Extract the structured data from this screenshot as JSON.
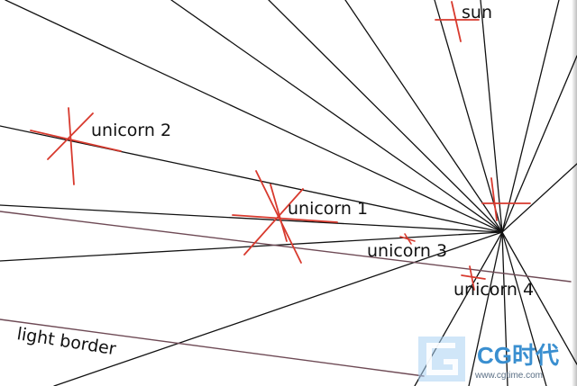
{
  "labels": {
    "sun": "sun",
    "unicorn_1": "unicorn 1",
    "unicorn_2": "unicorn 2",
    "unicorn_3": "unicorn 3",
    "unicorn_4": "unicorn 4",
    "light_border": "light border"
  },
  "watermark": {
    "brand": "CG时代",
    "url": "www.cgtime.com"
  },
  "colors": {
    "background": "#ffffff",
    "ray_line": "#111111",
    "marker": "#d83a2e",
    "horizon_line": "#6e4a55",
    "watermark_blue": "#3a8fd0"
  }
}
